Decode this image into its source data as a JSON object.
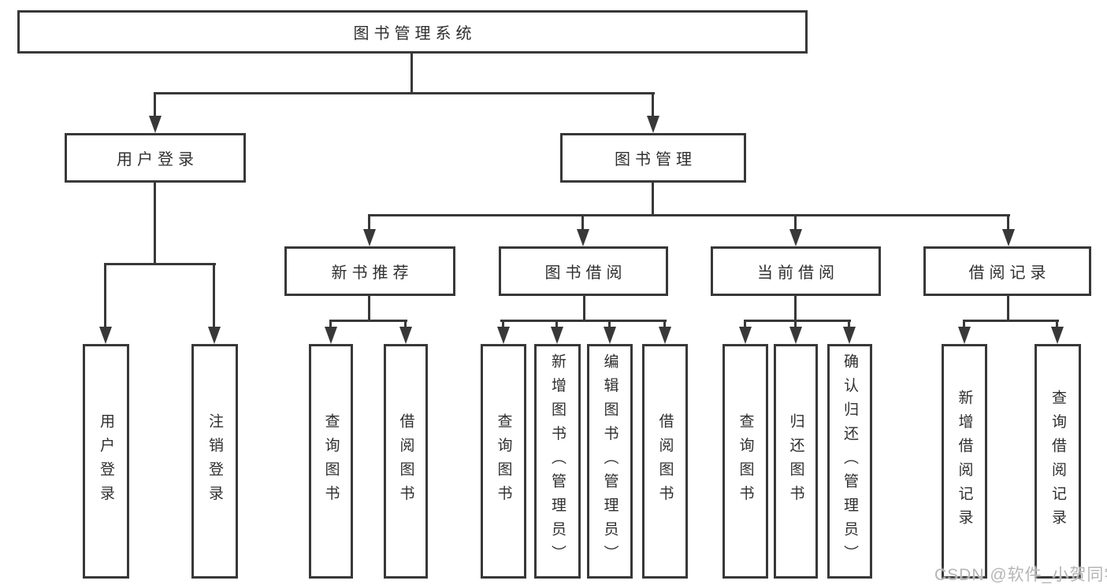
{
  "tree": {
    "root": {
      "label": "图书管理系统",
      "children": [
        {
          "label": "用户登录",
          "children": [
            {
              "label": "用户登录"
            },
            {
              "label": "注销登录"
            }
          ]
        },
        {
          "label": "图书管理",
          "children": [
            {
              "label": "新书推荐",
              "children": [
                {
                  "label": "查询图书"
                },
                {
                  "label": "借阅图书"
                }
              ]
            },
            {
              "label": "图书借阅",
              "children": [
                {
                  "label": "查询图书"
                },
                {
                  "label": "新增图书（管理员）"
                },
                {
                  "label": "编辑图书（管理员）"
                },
                {
                  "label": "借阅图书"
                }
              ]
            },
            {
              "label": "当前借阅",
              "children": [
                {
                  "label": "查询图书"
                },
                {
                  "label": "归还图书"
                },
                {
                  "label": "确认归还（管理员）"
                }
              ]
            },
            {
              "label": "借阅记录",
              "children": [
                {
                  "label": "新增借阅记录"
                },
                {
                  "label": "查询借阅记录"
                }
              ]
            }
          ]
        }
      ]
    }
  },
  "watermark": {
    "text": "CSDN @软件_小贺同学"
  },
  "colors": {
    "line": "#383838",
    "text": "#2f2f2f",
    "background": "#ffffff",
    "watermark": "#b5b5b5"
  }
}
